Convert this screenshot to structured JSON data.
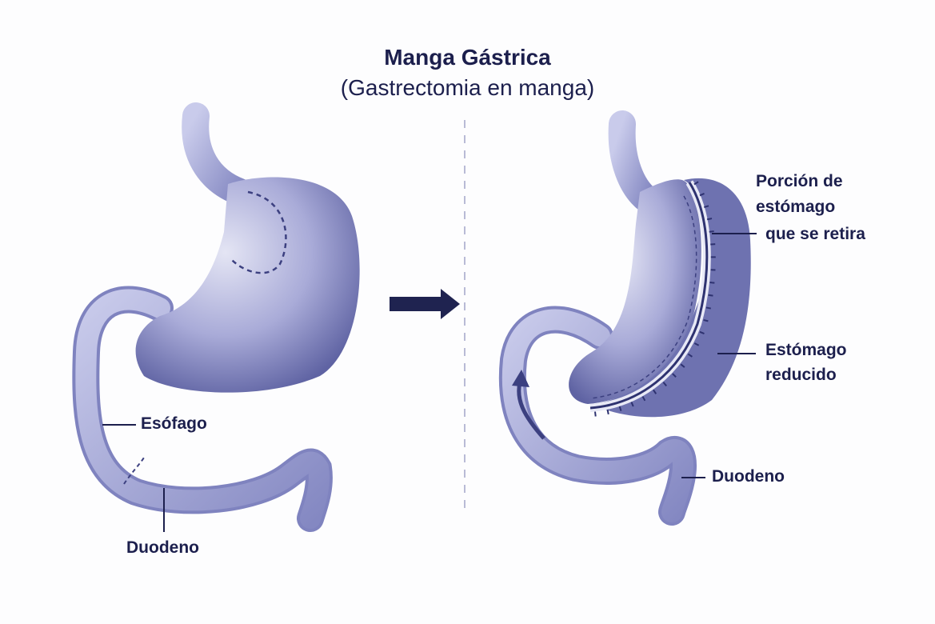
{
  "title": {
    "main": "Manga Gástrica",
    "subtitle": "(Gastrectomia en manga)"
  },
  "before": {
    "labels": {
      "esophagus": "Esófago",
      "duodenum": "Duodeno"
    }
  },
  "after": {
    "labels": {
      "removed_line1": "Porción de",
      "removed_line2": "estómago",
      "removed_line3": "que se retira",
      "reduced_line1": "Estómago",
      "reduced_line2": "reducido",
      "duodenum": "Duodeno"
    }
  },
  "colors": {
    "text": "#1c1f4d",
    "organ": "#9a9dd0",
    "organ_dark": "#5f63a3",
    "arrow": "#1f2350"
  }
}
